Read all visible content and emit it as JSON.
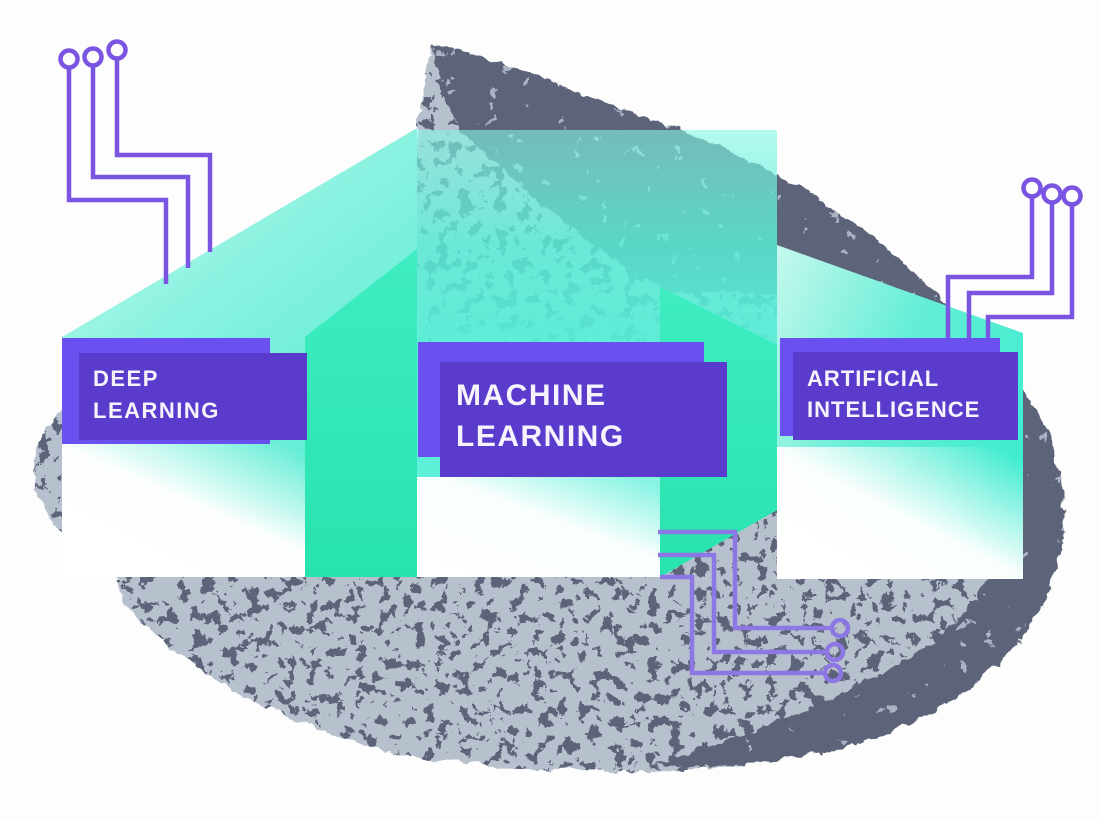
{
  "illustration": {
    "labels": [
      {
        "id": "deep-learning",
        "line1": "DEEP",
        "line2": "LEARNING"
      },
      {
        "id": "machine-learning",
        "line1": "MACHINE",
        "line2": "LEARNING"
      },
      {
        "id": "artificial-intelligence",
        "line1": "ARTIFICIAL",
        "line2": "INTELLIGENCE"
      }
    ],
    "decorations": [
      "circuit-trace-top-left-icon",
      "circuit-trace-right-icon",
      "circuit-trace-bottom-icon"
    ],
    "colors": {
      "background": "#fdfdfe",
      "label_front": "#5a3bcb",
      "label_back": "#6a50ee",
      "label_text": "#f5f3fc",
      "panel_teal_light": "#c9faf0",
      "panel_teal": "#55eed3",
      "strip_green": "#2be9bc",
      "circuit_purple": "#7a55e2",
      "circuit_purple_light": "#8d77e4",
      "blob_dark": "#5d6379",
      "blob_light": "#b7c1cd"
    }
  }
}
